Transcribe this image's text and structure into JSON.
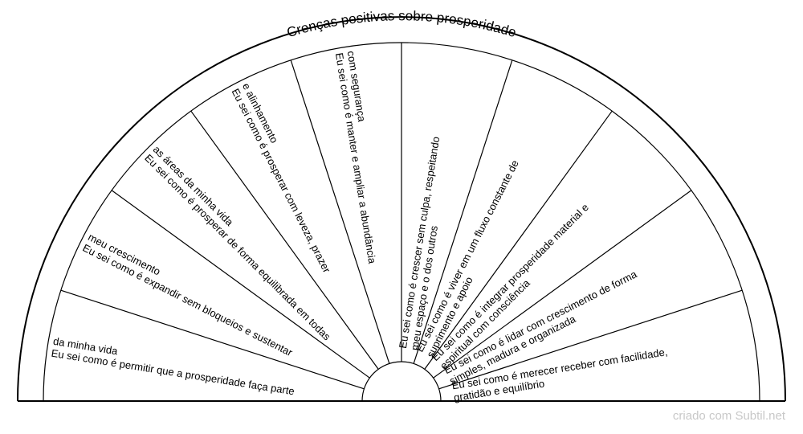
{
  "title": "Crenças positivas sobre prosperidade",
  "credit": "criado com Subtil.net",
  "segments": [
    {
      "lines": [
        "Eu sei como é permitir que a prosperidade faça parte",
        "da minha vida"
      ]
    },
    {
      "lines": [
        "Eu sei como é expandir sem bloqueios e sustentar",
        "meu crescimento"
      ]
    },
    {
      "lines": [
        "Eu sei como é prosperar de forma equilibrada em todas",
        "as áreas da minha vida"
      ]
    },
    {
      "lines": [
        "Eu sei como é prosperar com leveza, prazer",
        "e alinhamento"
      ]
    },
    {
      "lines": [
        "Eu sei como é manter e ampliar a abundância",
        "com segurança"
      ]
    },
    {
      "lines": [
        "Eu sei como é crescer sem culpa, respeitando",
        "meu espaço e o dos outros"
      ]
    },
    {
      "lines": [
        "Eu sei como é viver em um fluxo constante de",
        "suprimento e apoio"
      ]
    },
    {
      "lines": [
        "Eu sei como é integrar prosperidade material e",
        "espiritual com consciência"
      ]
    },
    {
      "lines": [
        "Eu sei como é lidar com crescimento de forma",
        "simples, madura e organizada"
      ]
    },
    {
      "lines": [
        "Eu sei como é merecer receber com facilidade,",
        "gratidão e equilíbrio"
      ]
    }
  ]
}
